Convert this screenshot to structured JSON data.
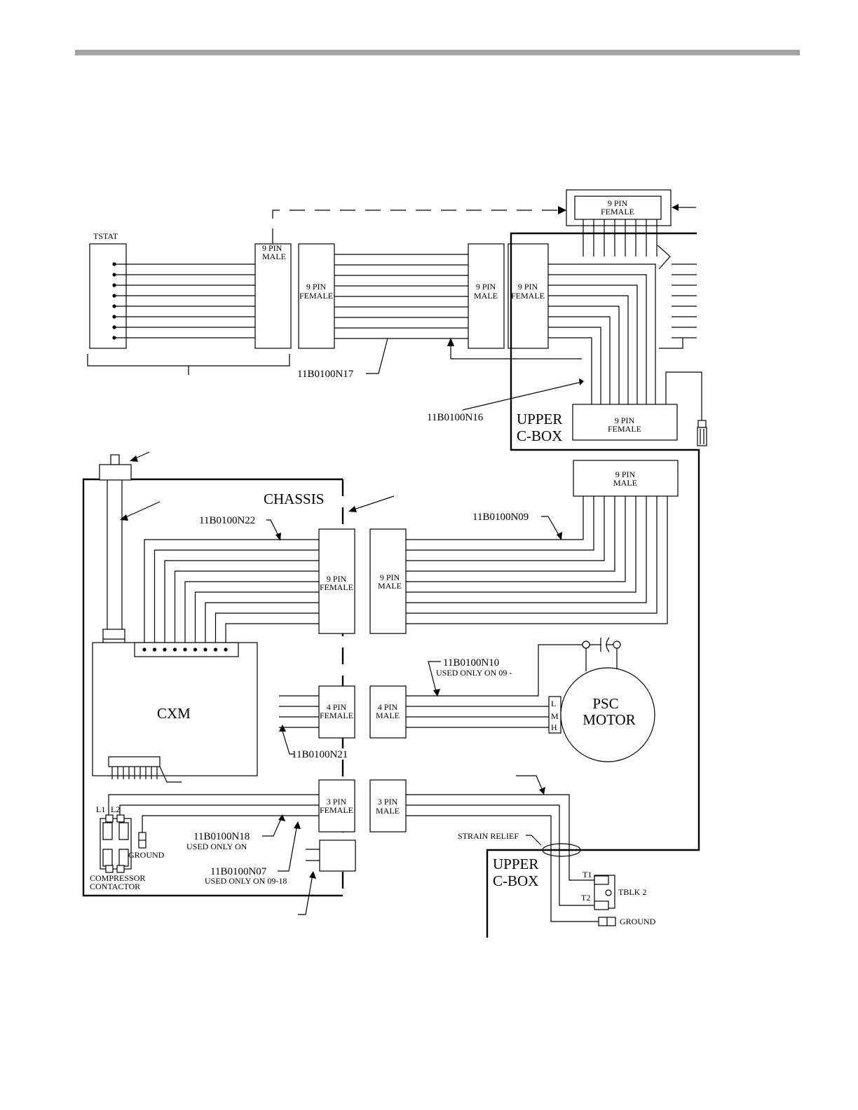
{
  "labels": {
    "tstat": "TSTAT",
    "nine_pin": "9 PIN",
    "four_pin": "4 PIN",
    "three_pin": "3 PIN",
    "male": "MALE",
    "female": "FEMALE",
    "upper": "UPPER",
    "cbox": "C-BOX",
    "chassis": "CHASSIS",
    "cxm": "CXM",
    "psc": "PSC",
    "motor": "MOTOR",
    "motor_l": "L",
    "motor_m": "M",
    "motor_h": "H",
    "l1": "L1",
    "l2": "L2",
    "t1": "T1",
    "t2": "T2",
    "ground": "GROUND",
    "tblk2": "TBLK 2",
    "compressor": "COMPRESSOR",
    "contactor": "CONTACTOR",
    "strain_relief": "STRAIN RELIEF"
  },
  "harnesses": {
    "n17": "11B0100N17",
    "n16": "11B0100N16",
    "n22": "11B0100N22",
    "n09": "11B0100N09",
    "n10": "11B0100N10",
    "n10_note": "USED ONLY ON 09 -",
    "n21": "11B0100N21",
    "n18": "11B0100N18",
    "n18_note": "USED ONLY ON",
    "n07": "11B0100N07",
    "n07_note": "USED ONLY ON 09-18"
  }
}
